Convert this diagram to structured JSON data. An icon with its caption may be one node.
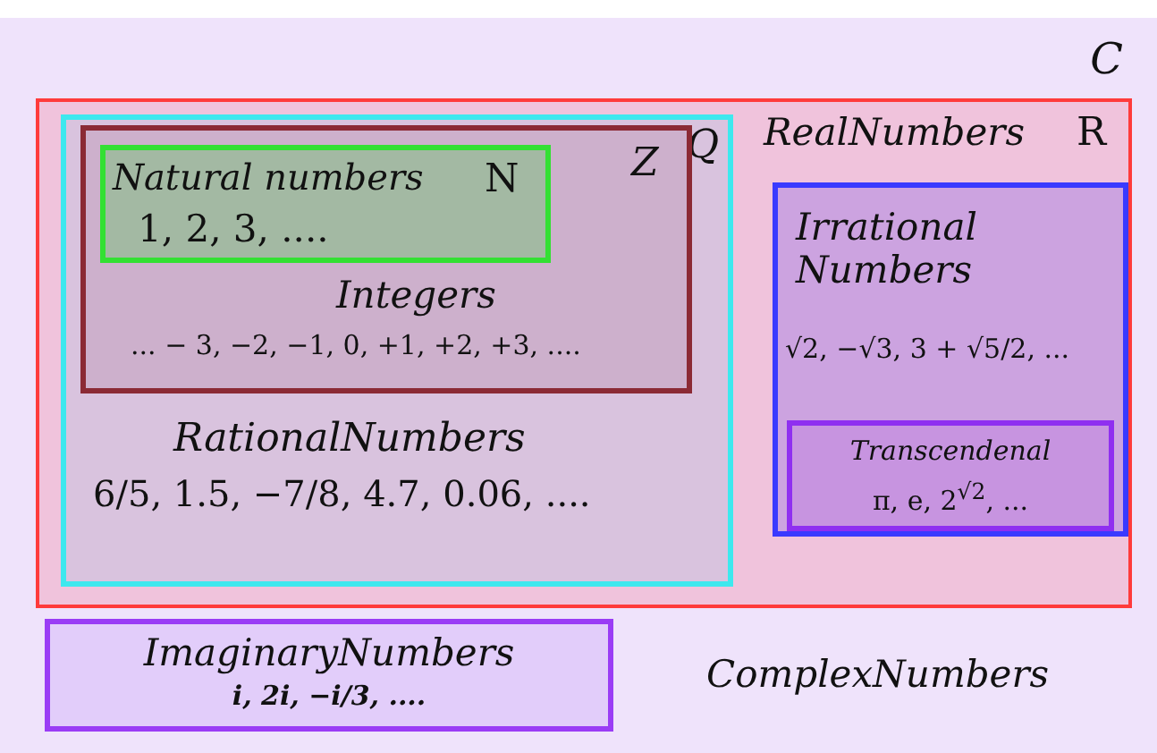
{
  "diagram": {
    "nodes": [
      {
        "text": [
          "C",
          "ComplexNumbers"
        ]
      },
      {
        "text": [
          "RealNumbers",
          "R"
        ],
        "in": 0
      },
      {
        "text": [
          "Q",
          "RationalNumbers",
          "6/5, 1.5, −7/8, 4.7, 0.06, ...."
        ],
        "in": 1
      },
      {
        "text": [
          "Z",
          "Integers",
          "... − 3, −2, −1, 0, +1, +2, +3, ...."
        ],
        "in": 2
      },
      {
        "text": [
          "Natural numbers",
          "N",
          "1, 2, 3, ...."
        ],
        "in": 3
      },
      {
        "text": [
          "Irrational Numbers",
          "√2, −√3, 3 + √5/2, ..."
        ],
        "in": 1
      },
      {
        "text": [
          "Transcendenal",
          "π, e, 2$^{√2}$, ..."
        ],
        "in": 5
      },
      {
        "text": [
          "ImaginaryNumbers",
          "i, 2i, −i/3, ...."
        ],
        "in": 0
      }
    ]
  }
}
